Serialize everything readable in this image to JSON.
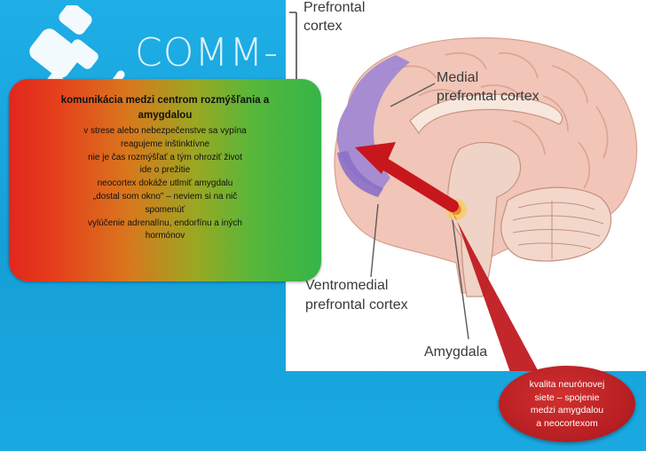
{
  "logo": {
    "text": "COMM-"
  },
  "brain_labels": {
    "prefrontal_cortex_line1": "Prefrontal",
    "prefrontal_cortex_line2": "cortex",
    "medial_prefrontal_line1": "Medial",
    "medial_prefrontal_line2": "prefrontal cortex",
    "ventromedial_line1": "Ventromedial",
    "ventromedial_line2": "prefrontal cortex",
    "amygdala": "Amygdala"
  },
  "info_box": {
    "title_line1": "komunikácia medzi centrom rozmýšľania a",
    "title_line2": "amygdalou",
    "lines": [
      "v strese alebo nebezpečenstve sa vypína",
      "reagujeme inštinktívne",
      "nie je čas rozmýšľať a tým ohroziť život",
      "ide o prežitie",
      "neocortex dokáže utlmiť amygdalu",
      "„dostal som okno\" – neviem si na nič",
      "spomenúť",
      "vylúčenie adrenalínu, endorfínu a iných",
      "hormónov"
    ]
  },
  "callout": {
    "lines": [
      "kvalita neurónovej",
      "siete – spojenie",
      "medzi amygdalou",
      "a neocortexom"
    ]
  },
  "colors": {
    "background": "#1aa7e0",
    "box_red": "#e3261d",
    "box_green": "#35b548",
    "arrow_red": "#c8161d",
    "cortex_purple": "#9b7fd0",
    "brain_pink": "#f0c3b5"
  }
}
